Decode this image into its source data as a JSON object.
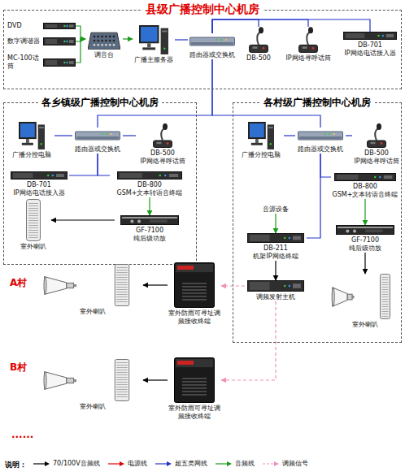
{
  "diagram": {
    "nodes": [
      {
        "text": [
          "县级广播控制中心机房"
        ]
      },
      {
        "text": [
          "DVD"
        ],
        "in": 0
      },
      {
        "text": [
          "数字调谐器"
        ],
        "in": 0
      },
      {
        "text": [
          "MC-100话筒"
        ],
        "in": 0
      },
      {
        "text": [
          "调音台"
        ],
        "in": 0
      },
      {
        "text": [
          "广播主服务器"
        ],
        "in": 0
      },
      {
        "text": [
          "路由器或交换机"
        ],
        "in": 0
      },
      {
        "text": [
          "DB-500"
        ],
        "in": 0
      },
      {
        "text": [
          "IP网络寻呼话筒"
        ],
        "in": 0
      },
      {
        "text": [
          "DB-701",
          "IP网络电话接入器"
        ],
        "in": 0
      },
      {
        "text": [
          "各乡镇级广播控制中心机房"
        ]
      },
      {
        "text": [
          "广播分控电脑"
        ],
        "in": 10
      },
      {
        "text": [
          "路由器或交换机"
        ],
        "in": 10
      },
      {
        "text": [
          "DB-500",
          "IP网络寻呼话筒"
        ],
        "in": 10
      },
      {
        "text": [
          "DB-701",
          "IP网络电话接入器"
        ],
        "in": 10
      },
      {
        "text": [
          "DB-800",
          "GSM+文本转语音终端"
        ],
        "in": 10
      },
      {
        "text": [
          "室外喇叭"
        ],
        "in": 10
      },
      {
        "text": [
          "GF-7100",
          "纯后级功放"
        ],
        "in": 10
      },
      {
        "text": [
          "各村级广播控制中心机房"
        ]
      },
      {
        "text": [
          "广播分控电脑"
        ],
        "in": 18
      },
      {
        "text": [
          "路由器或交换机"
        ],
        "in": 18
      },
      {
        "text": [
          "DB-500",
          "IP网络寻呼话筒"
        ],
        "in": 18
      },
      {
        "text": [
          "DB-800",
          "GSM+文本转语音终端"
        ],
        "in": 18
      },
      {
        "text": [
          "音源设备"
        ],
        "in": 18
      },
      {
        "text": [
          "GF-7100",
          "纯后级功放"
        ],
        "in": 18
      },
      {
        "text": [
          "DB-211",
          "机架IP网络终端"
        ],
        "in": 18
      },
      {
        "text": [
          "调频发射主机"
        ],
        "in": 18
      },
      {
        "text": [
          "室外喇叭"
        ],
        "in": 18
      },
      {
        "text": [
          "室外喇叭"
        ]
      },
      {
        "text": [
          "室外防雨可寻址调频接收终端"
        ]
      },
      {
        "text": [
          "室外喇叭"
        ]
      },
      {
        "text": [
          "室外防雨可寻址调频接收终端"
        ]
      }
    ],
    "edges": [
      {
        "from": 1,
        "to": 4,
        "arrow": "to"
      },
      {
        "from": 2,
        "to": 4,
        "arrow": "to"
      },
      {
        "from": 3,
        "to": 4,
        "arrow": "to"
      },
      {
        "from": 4,
        "to": 5,
        "arrow": "to"
      },
      {
        "from": 5,
        "to": 6,
        "arrow": "none"
      },
      {
        "from": 6,
        "to": 7,
        "arrow": "none"
      },
      {
        "from": 6,
        "to": 8,
        "arrow": "none"
      },
      {
        "from": 6,
        "to": 9,
        "arrow": "none"
      },
      {
        "from": 6,
        "to": 12,
        "arrow": "none"
      },
      {
        "from": 6,
        "to": 20,
        "arrow": "none"
      },
      {
        "from": 11,
        "to": 12,
        "arrow": "none"
      },
      {
        "from": 12,
        "to": 13,
        "arrow": "none"
      },
      {
        "from": 12,
        "to": 14,
        "arrow": "none"
      },
      {
        "from": 12,
        "to": 15,
        "arrow": "none"
      },
      {
        "from": 15,
        "to": 17,
        "arrow": "to"
      },
      {
        "from": 17,
        "to": 16,
        "arrow": "to"
      },
      {
        "from": 19,
        "to": 20,
        "arrow": "none"
      },
      {
        "from": 20,
        "to": 21,
        "arrow": "none"
      },
      {
        "from": 20,
        "to": 22,
        "arrow": "none"
      },
      {
        "from": 20,
        "to": 25,
        "arrow": "none"
      },
      {
        "from": 23,
        "to": 25,
        "arrow": "to"
      },
      {
        "from": 22,
        "to": 24,
        "arrow": "to"
      },
      {
        "from": 25,
        "to": 26,
        "arrow": "to"
      },
      {
        "from": 24,
        "to": 27,
        "arrow": "to"
      },
      {
        "from": 26,
        "to": 29,
        "arrow": "to"
      },
      {
        "from": 26,
        "to": 31,
        "arrow": "to"
      },
      {
        "from": 29,
        "to": 28,
        "arrow": "to"
      },
      {
        "from": 31,
        "to": 30,
        "arrow": "to"
      }
    ],
    "labels": [
      "A村",
      "B村",
      "......",
      "说明："
    ],
    "legend": [
      {
        "text": "70/100V音频线"
      },
      {
        "text": "电源线"
      },
      {
        "text": "超五类网线"
      },
      {
        "text": "音频线"
      },
      {
        "text": "调频信号"
      }
    ]
  }
}
